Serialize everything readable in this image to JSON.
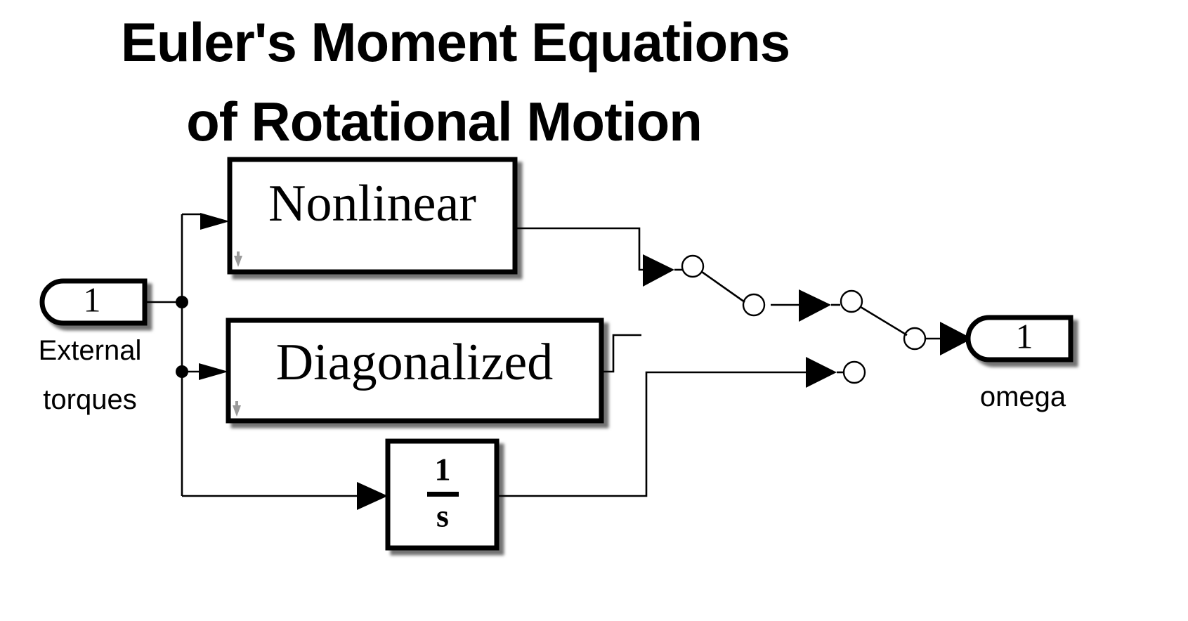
{
  "diagram": {
    "title_line1": "Euler's Moment Equations",
    "title_line2": "of Rotational Motion",
    "background_color": "#ffffff",
    "line_color": "#000000",
    "variant_arrow_color": "#9a9a9a"
  },
  "input_port": {
    "number": "1",
    "label_line1": "External",
    "label_line2": "torques",
    "shape": "rounded-left-inport"
  },
  "output_port": {
    "number": "1",
    "label": "omega",
    "shape": "rounded-right-outport"
  },
  "blocks": [
    {
      "id": "nonlinear",
      "label": "Nonlinear",
      "kind": "variant-subsystem",
      "indicator": "down-arrow"
    },
    {
      "id": "diagonalized",
      "label": "Diagonalized",
      "kind": "variant-subsystem",
      "indicator": "down-arrow"
    },
    {
      "id": "integrator",
      "label_numerator": "1",
      "label_denominator": "s",
      "kind": "integrator"
    }
  ],
  "switches": [
    {
      "id": "manual-switch-1",
      "inputs": 2,
      "selected_input": 1,
      "kind": "manual-switch"
    },
    {
      "id": "manual-switch-2",
      "inputs": 2,
      "selected_input": 1,
      "kind": "manual-switch"
    }
  ],
  "signals": [
    {
      "from": "input_port",
      "to": "nonlinear"
    },
    {
      "from": "input_port",
      "to": "diagonalized"
    },
    {
      "from": "input_port",
      "to": "integrator"
    },
    {
      "from": "nonlinear",
      "to": "manual-switch-1.in1"
    },
    {
      "from": "diagonalized",
      "to": "manual-switch-2.in1"
    },
    {
      "from": "integrator",
      "to": "manual-switch-2.in2"
    },
    {
      "from": "manual-switch-1",
      "to": "manual-switch-2.in1"
    },
    {
      "from": "manual-switch-2",
      "to": "output_port"
    }
  ]
}
